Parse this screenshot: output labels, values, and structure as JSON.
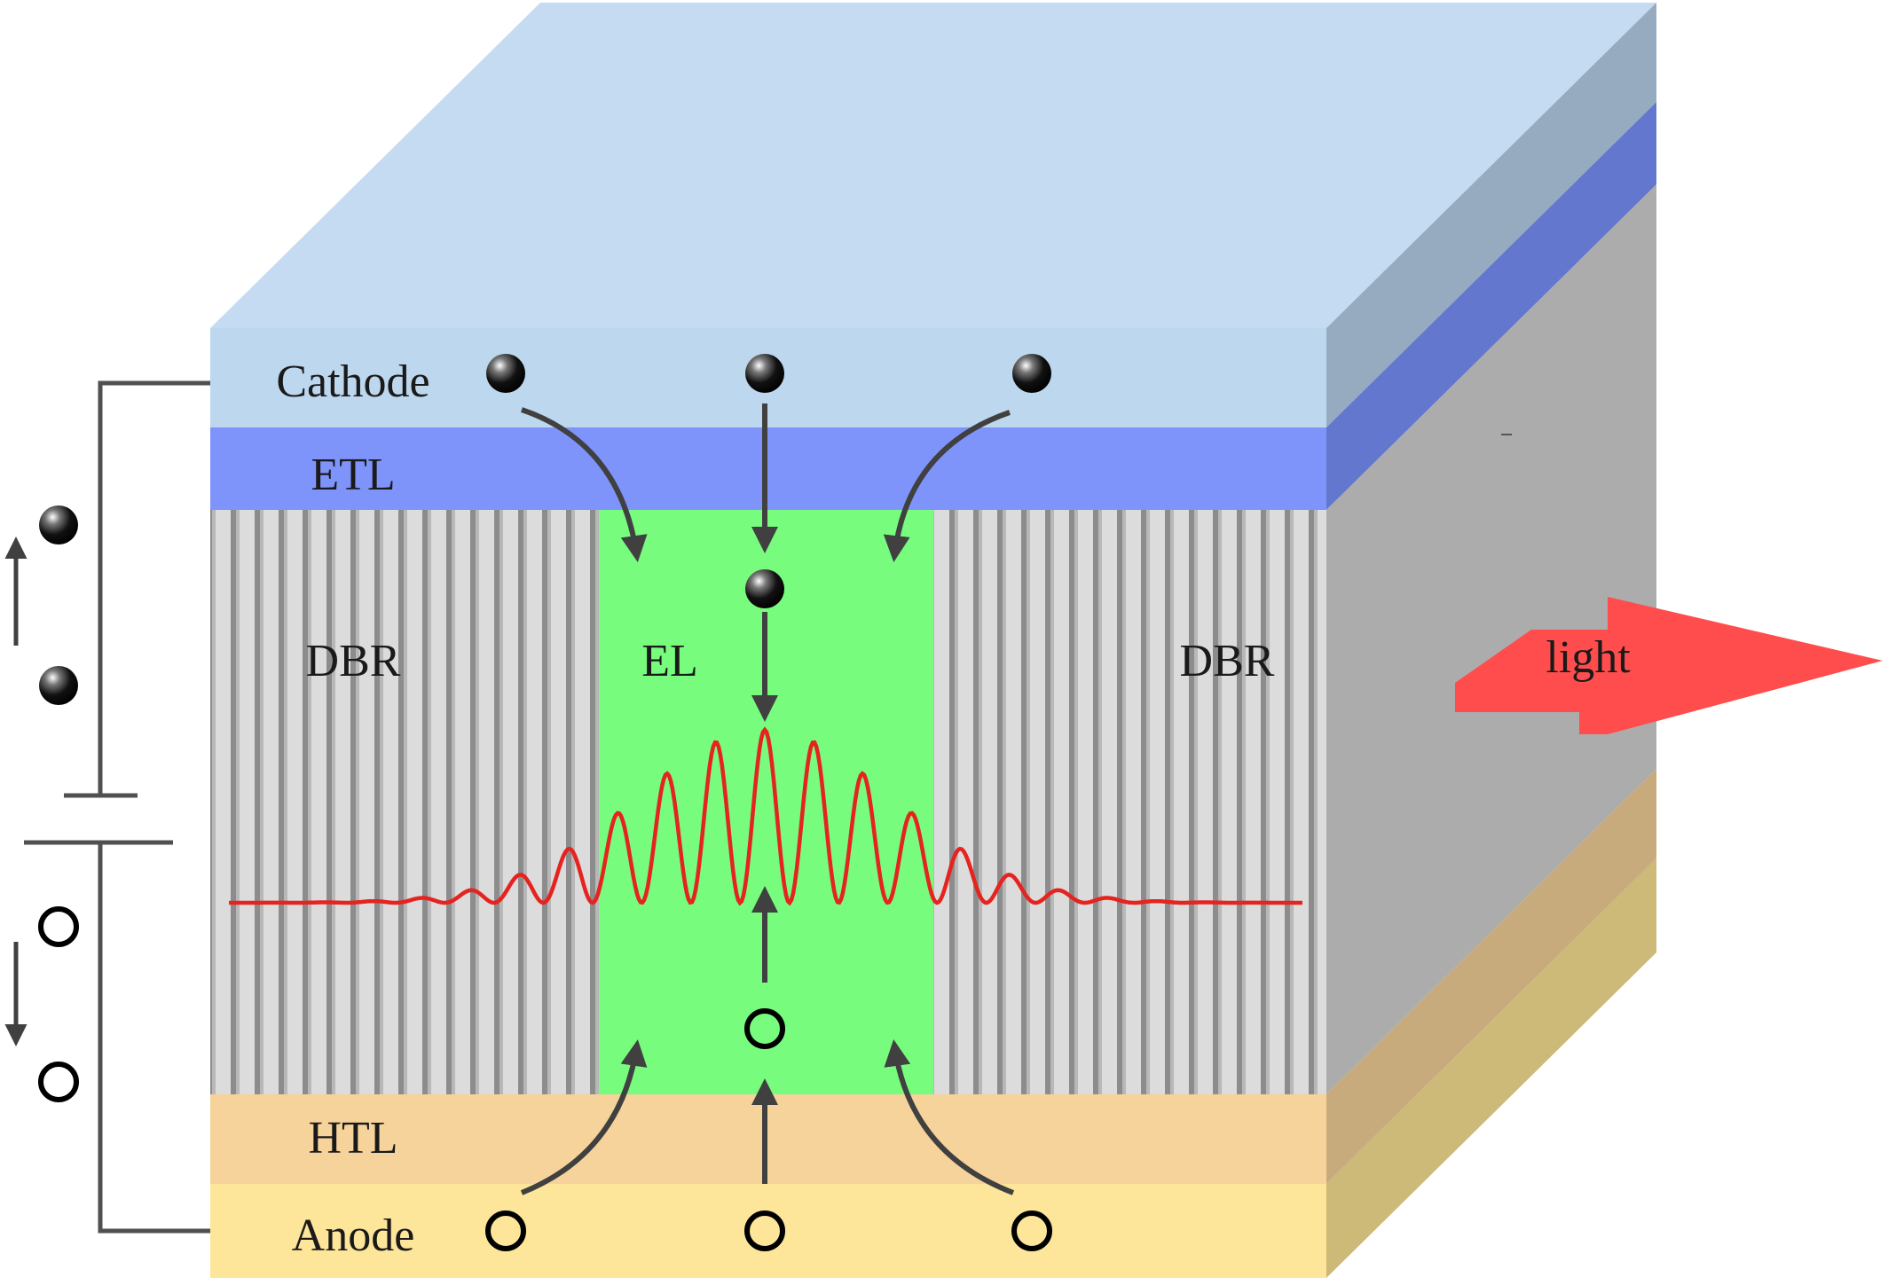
{
  "layers": {
    "cathode": "Cathode",
    "etl": "ETL",
    "dbr_left": "DBR",
    "el": "EL",
    "dbr_right": "DBR",
    "htl": "HTL",
    "anode": "Anode"
  },
  "light": "light",
  "colors": {
    "cathode": "#bdd7ee",
    "etl": "#7f94fb",
    "el": "#77fc7e",
    "dbr": "#d9d9d9",
    "htl": "#f5d39b",
    "anode": "#fde59a",
    "wave": "#e5231f",
    "arrow": "#404040",
    "light_arrow": "#ff4d4d"
  },
  "icons": {
    "electron": "filled-black-sphere",
    "hole": "open-circle",
    "battery": "battery-symbol"
  }
}
